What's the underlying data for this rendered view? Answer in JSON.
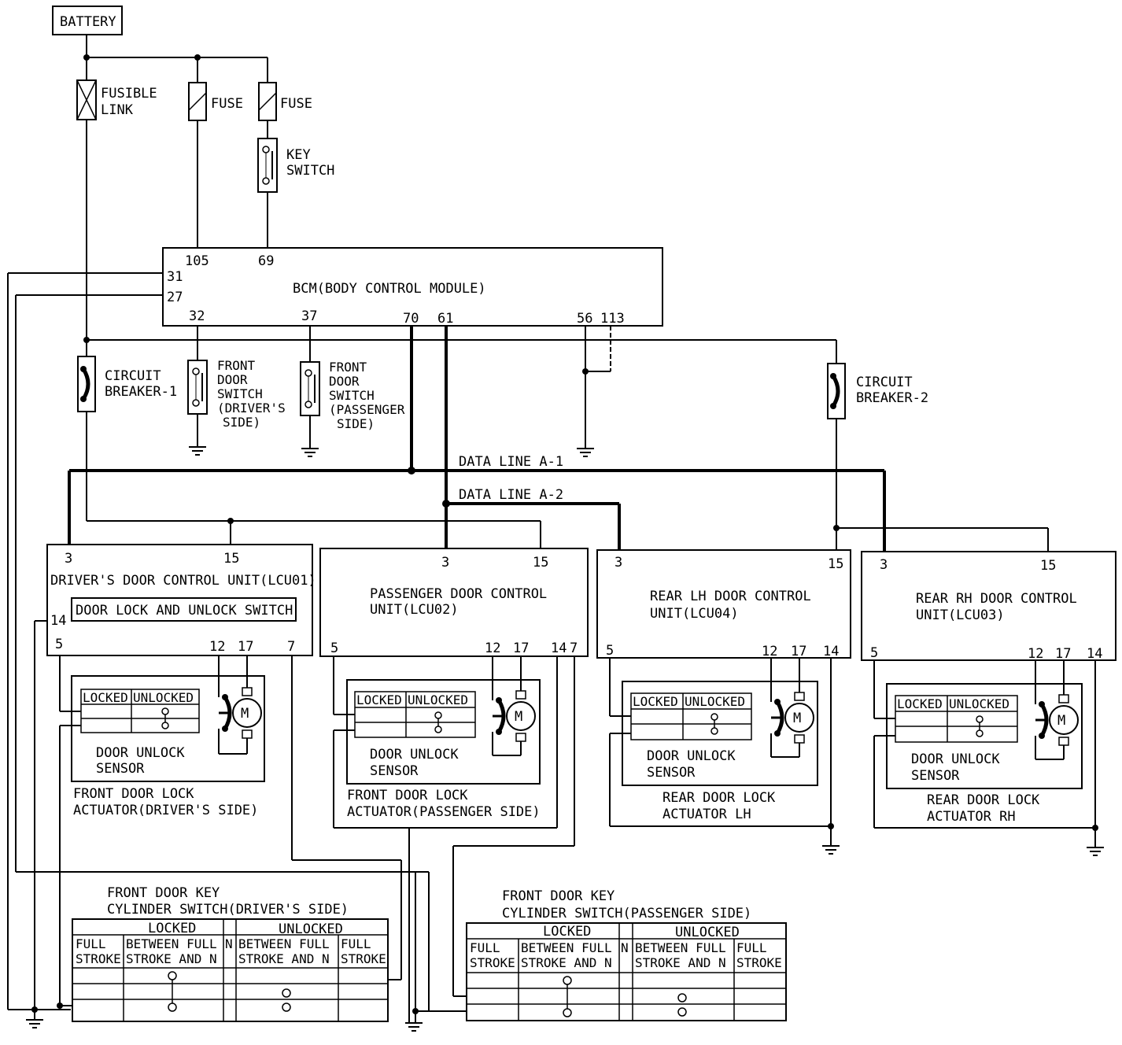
{
  "battery": "BATTERY",
  "fusible_link": [
    "FUSIBLE",
    "LINK"
  ],
  "fuse": "FUSE",
  "key_switch": [
    "KEY",
    "SWITCH"
  ],
  "bcm": {
    "title": "BCM(BODY CONTROL MODULE)",
    "pins": {
      "p105": "105",
      "p69": "69",
      "p31": "31",
      "p27": "27",
      "p32": "32",
      "p37": "37",
      "p70": "70",
      "p61": "61",
      "p56": "56",
      "p113": "113"
    }
  },
  "circuit_breaker_1": [
    "CIRCUIT",
    "BREAKER-1"
  ],
  "circuit_breaker_2": [
    "CIRCUIT",
    "BREAKER-2"
  ],
  "front_door_switch_driver": [
    "FRONT",
    "DOOR",
    "SWITCH",
    "(DRIVER'S",
    "SIDE)"
  ],
  "front_door_switch_passenger": [
    "FRONT",
    "DOOR",
    "SWITCH",
    "(PASSENGER",
    "SIDE)"
  ],
  "data_line_a1": "DATA LINE A-1",
  "data_line_a2": "DATA LINE A-2",
  "lcu01": {
    "title": "DRIVER'S DOOR CONTROL UNIT(LCU01)",
    "switch": "DOOR LOCK AND UNLOCK SWITCH",
    "pins": {
      "p3": "3",
      "p15": "15",
      "p14": "14",
      "p5": "5",
      "p12": "12",
      "p17": "17",
      "p7": "7"
    },
    "actuator": [
      "FRONT DOOR LOCK",
      "ACTUATOR(DRIVER'S SIDE)"
    ]
  },
  "lcu02": {
    "title": [
      "PASSENGER DOOR CONTROL",
      "UNIT(LCU02)"
    ],
    "pins": {
      "p3": "3",
      "p15": "15",
      "p5": "5",
      "p12": "12",
      "p17": "17",
      "p14": "14",
      "p7": "7"
    },
    "actuator": [
      "FRONT DOOR LOCK",
      "ACTUATOR(PASSENGER SIDE)"
    ]
  },
  "lcu04": {
    "title": [
      "REAR LH DOOR CONTROL",
      "UNIT(LCU04)"
    ],
    "pins": {
      "p3": "3",
      "p15": "15",
      "p5": "5",
      "p12": "12",
      "p17": "17",
      "p14": "14"
    },
    "actuator": [
      "REAR DOOR LOCK",
      "ACTUATOR LH"
    ]
  },
  "lcu03": {
    "title": [
      "REAR RH DOOR CONTROL",
      "UNIT(LCU03)"
    ],
    "pins": {
      "p3": "3",
      "p15": "15",
      "p5": "5",
      "p12": "12",
      "p17": "17",
      "p14": "14"
    },
    "actuator": [
      "REAR DOOR LOCK",
      "ACTUATOR RH"
    ]
  },
  "sensor": {
    "locked": "LOCKED",
    "unlocked": "UNLOCKED",
    "label": [
      "DOOR UNLOCK",
      "SENSOR"
    ],
    "motor": "M"
  },
  "key_cyl_driver": {
    "title": [
      "FRONT DOOR KEY",
      "CYLINDER SWITCH(DRIVER'S SIDE)"
    ]
  },
  "key_cyl_passenger": {
    "title": [
      "FRONT DOOR KEY",
      "CYLINDER SWITCH(PASSENGER SIDE)"
    ]
  },
  "key_table": {
    "locked": "LOCKED",
    "unlocked": "UNLOCKED",
    "n": "N",
    "full_stroke": [
      "FULL",
      "STROKE"
    ],
    "between_full_n": [
      "BETWEEN FULL",
      "STROKE AND N"
    ]
  }
}
